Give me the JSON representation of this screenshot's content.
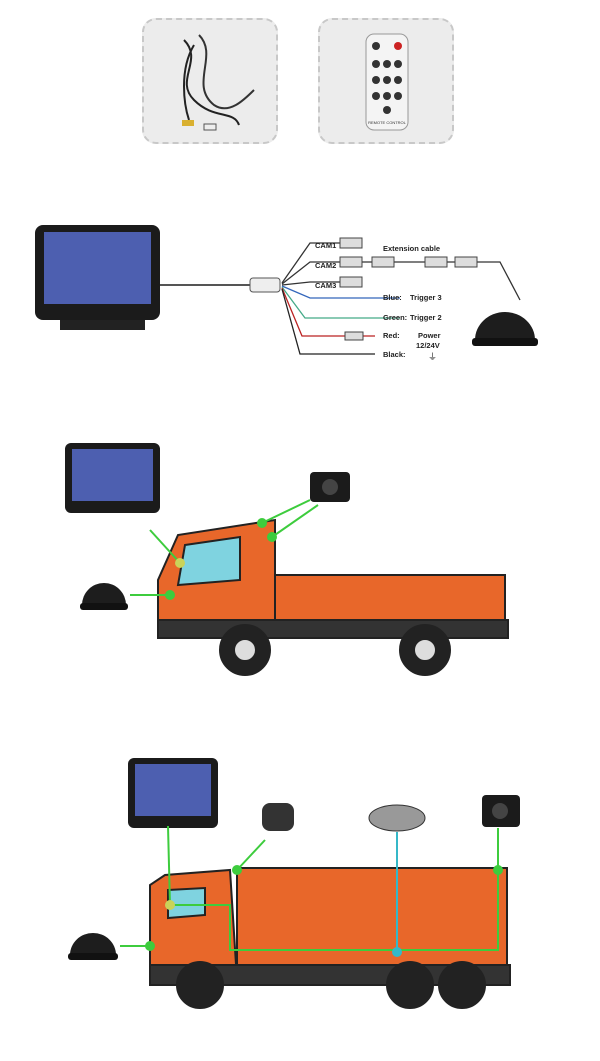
{
  "accessories": {
    "cable_harness": "cable-harness",
    "remote": "remote-control",
    "remote_label": "REMOTE CONTROL"
  },
  "wiring": {
    "cam1": "CAM1",
    "cam2": "CAM2",
    "cam3": "CAM3",
    "extension": "Extension cable",
    "blue": "Blue:",
    "trigger3": "Trigger 3",
    "green": "Green:",
    "trigger2": "Trigger 2",
    "red": "Red:",
    "power": "Power",
    "voltage": "12/24V",
    "black": "Black:"
  },
  "colors": {
    "truck": "#e8672a",
    "connector_green": "#3dcc3d",
    "connector_cyan": "#35b8c8",
    "screen": "#4d5fb0"
  }
}
